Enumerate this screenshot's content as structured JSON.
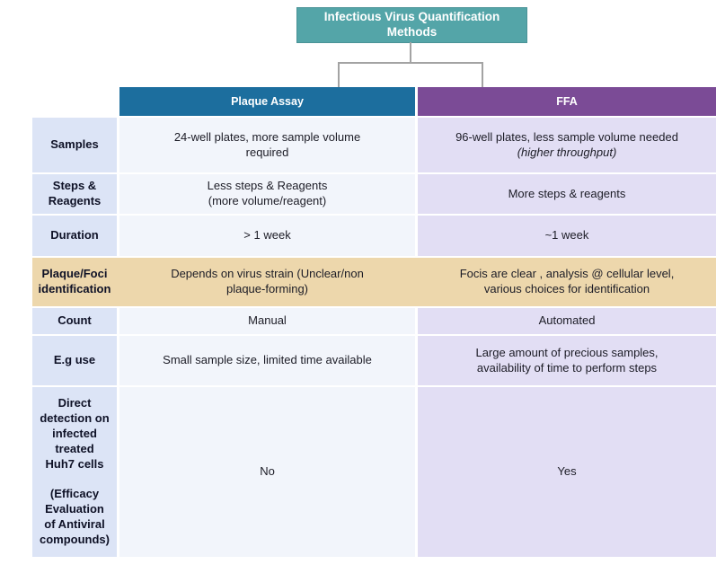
{
  "title": {
    "text": "Infectious Virus Quantification\nMethods"
  },
  "columns": {
    "plaque": "Plaque Assay",
    "ffa": "FFA"
  },
  "rows": [
    {
      "label": "Samples",
      "plaque": "24-well plates, more sample volume\nrequired",
      "ffa": "96-well plates, less  sample volume needed",
      "ffa_note": "(higher throughput)"
    },
    {
      "label": "Steps &\nReagents",
      "plaque": "Less steps & Reagents\n(more volume/reagent)",
      "ffa": "More steps & reagents"
    },
    {
      "label": "Duration",
      "plaque": "> 1 week",
      "ffa": "~1 week"
    },
    {
      "label": "Plaque/Foci\nidentification",
      "plaque": "Depends on virus strain (Unclear/non\nplaque-forming)",
      "ffa": "Focis are clear , analysis @ cellular level,\nvarious choices for identification"
    },
    {
      "label": "Count",
      "plaque": "Manual",
      "ffa": "Automated"
    },
    {
      "label": "E.g use",
      "plaque": "Small  sample size, limited time available",
      "ffa": "Large amount of precious samples,\navailability of time to perform steps"
    },
    {
      "label": "Direct\ndetection on\ninfected\ntreated\nHuh7 cells\n\n(Efficacy\nEvaluation\nof Antiviral\ncompounds)",
      "plaque": "No",
      "ffa": "Yes"
    }
  ],
  "colors": {
    "teal": "#54a5a8",
    "plaque_header": "#1c6e9e",
    "ffa_header": "#7b4b96",
    "label_bg": "#dce4f6",
    "plaque_bg": "#f2f5fb",
    "ffa_bg": "#e2def4",
    "highlight_bg": "#edd7ac",
    "connector": "#a3a3a3"
  }
}
